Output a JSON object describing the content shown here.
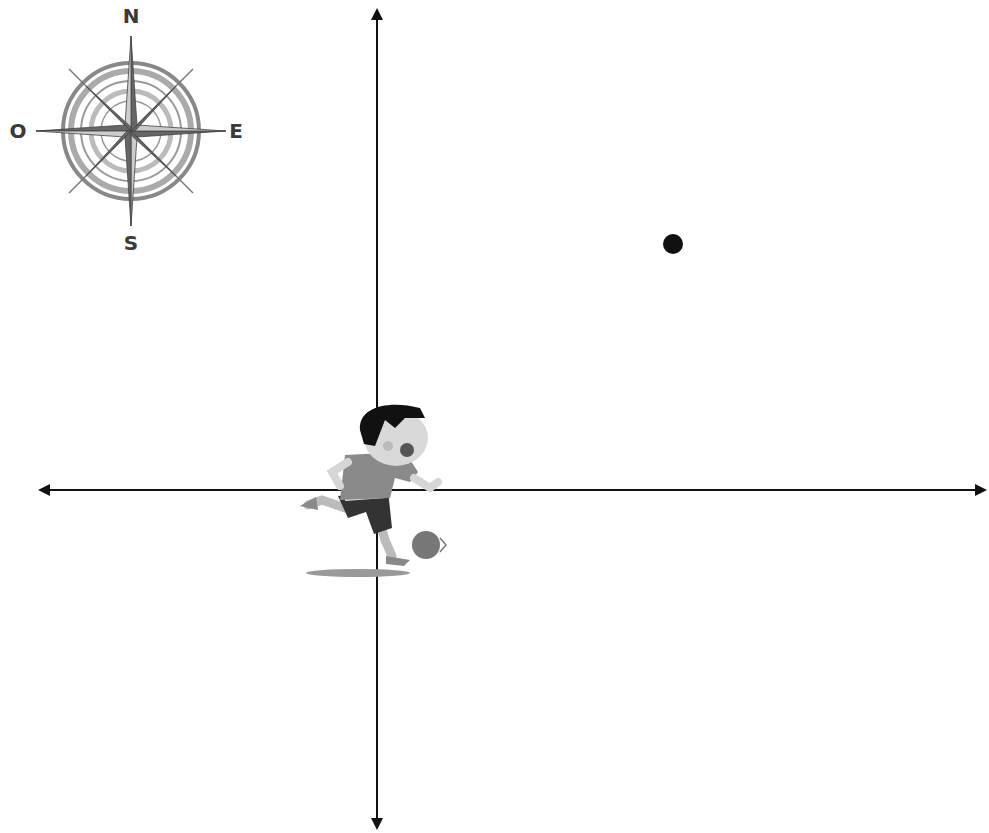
{
  "diagram": {
    "labels": [
      "N",
      "O",
      "E",
      "S"
    ]
  }
}
